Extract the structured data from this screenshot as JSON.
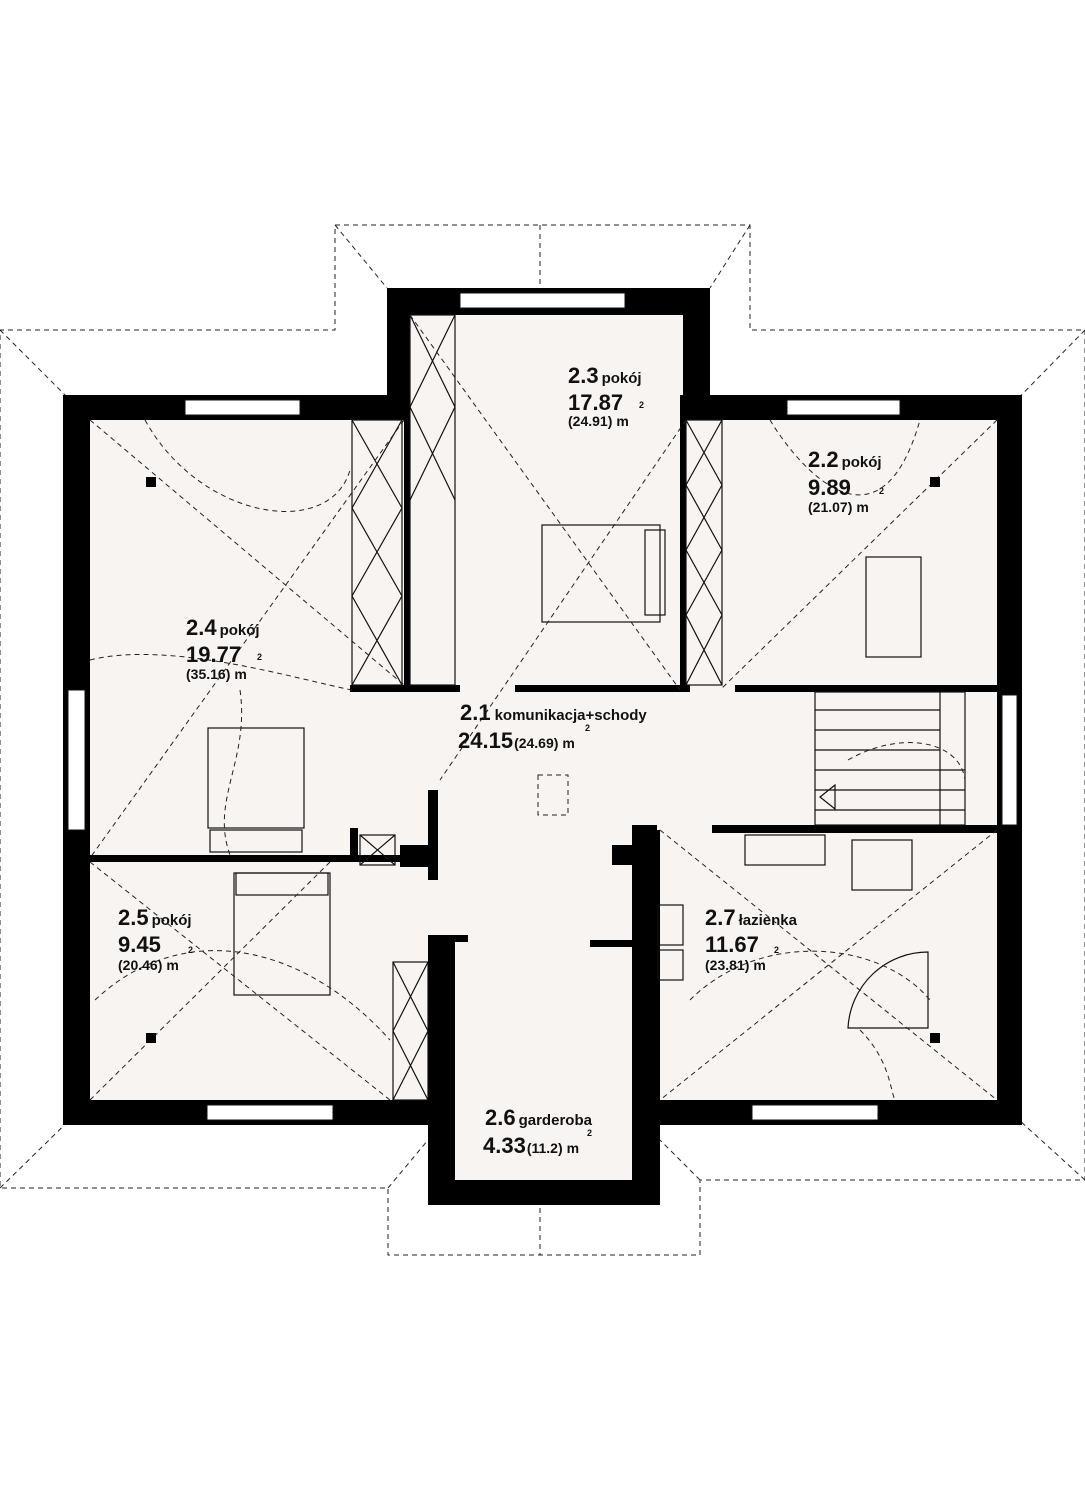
{
  "title": "Floor plan - attic",
  "rooms": [
    {
      "number": "2.1",
      "name": "komunikacja+schody",
      "area": "24.15",
      "total": "(24.69)",
      "unit": "m",
      "sup": "2"
    },
    {
      "number": "2.2",
      "name": "pokój",
      "area": "9.89",
      "total": "(21.07)",
      "unit": "m",
      "sup": "2"
    },
    {
      "number": "2.3",
      "name": "pokój",
      "area": "17.87",
      "total": "(24.91)",
      "unit": "m",
      "sup": "2"
    },
    {
      "number": "2.4",
      "name": "pokój",
      "area": "19.77",
      "total": "(35.16)",
      "unit": "m",
      "sup": "2"
    },
    {
      "number": "2.5",
      "name": "pokój",
      "area": "9.45",
      "total": "(20.46)",
      "unit": "m",
      "sup": "2"
    },
    {
      "number": "2.6",
      "name": "garderoba",
      "area": "4.33",
      "total": "(11.2)",
      "unit": "m",
      "sup": "2"
    },
    {
      "number": "2.7",
      "name": "łazienka",
      "area": "11.67",
      "total": "(23.81)",
      "unit": "m",
      "sup": "2"
    }
  ],
  "colors": {
    "floor": "#f8f4f1",
    "wall": "#000000"
  }
}
